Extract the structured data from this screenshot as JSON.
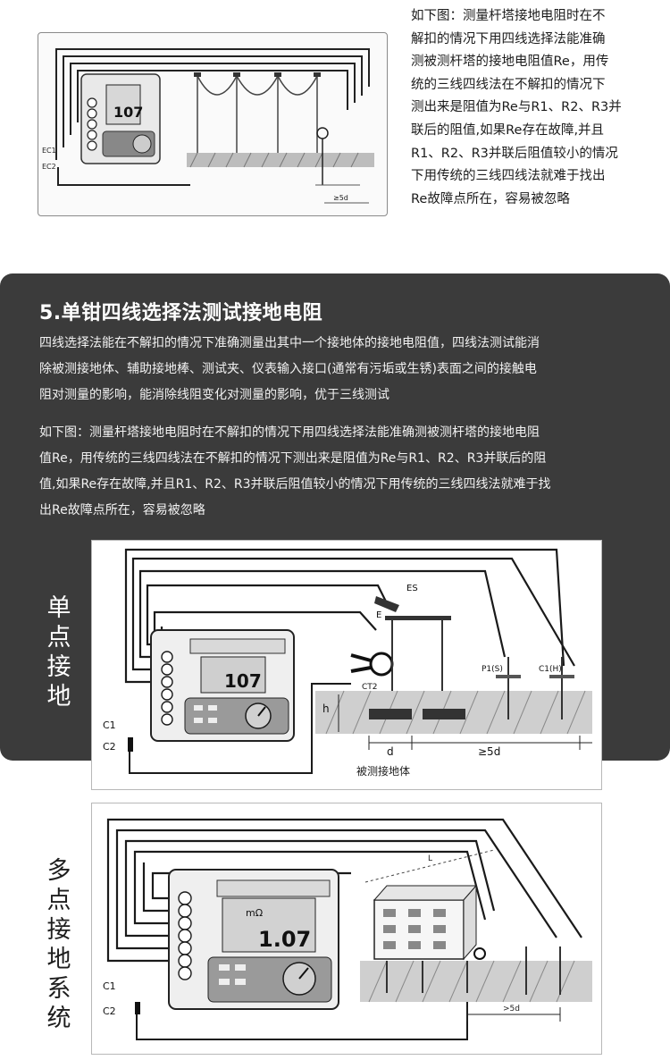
{
  "top": {
    "paragraph_lines": [
      "如下图：测量杆塔接地电阻时在不",
      "解扣的情况下用四线选择法能准确",
      "测被测杆塔的接地电阻值Re，用传",
      "统的三线四线法在不解扣的情况下",
      "测出来是阻值为Re与R1、R2、R3并",
      "联后的阻值,如果Re存在故障,并且",
      "R1、R2、R3并联后阻值较小的情况",
      "下用传统的三线四线法就难于找出",
      "Re故障点所在，容易被忽略"
    ],
    "figure": {
      "display": "107",
      "left_labels": [
        "EC1",
        "EC2"
      ],
      "dim_label": "≥5d"
    }
  },
  "section": {
    "title": "5.单钳四线选择法测试接地电阻",
    "para1_lines": [
      "四线选择法能在不解扣的情况下准确测量出其中一个接地体的接地电阻值，四线法测试能消",
      "除被测接地体、辅助接地棒、测试夹、仪表输入接口(通常有污垢或生锈)表面之间的接触电",
      "阻对测量的影响，能消除线阻变化对测量的影响，优于三线测试"
    ],
    "para2_lines": [
      "如下图：测量杆塔接地电阻时在不解扣的情况下用四线选择法能准确测被测杆塔的接地电阻",
      "值Re，用传统的三线四线法在不解扣的情况下测出来是阻值为Re与R1、R2、R3并联后的阻",
      "值,如果Re存在故障,并且R1、R2、R3并联后阻值较小的情况下用传统的三线四线法就难于找",
      "出Re故障点所在，容易被忽略"
    ]
  },
  "fig1": {
    "label_chars": [
      "单",
      "点",
      "接",
      "地"
    ],
    "display": "107",
    "labels": {
      "es": "ES",
      "e": "E",
      "ct": "CT2",
      "p": "P1(S)",
      "c": "C1(H)",
      "h": "h",
      "d": "d",
      "dist": "≥5d",
      "c1": "C1",
      "c2": "C2",
      "caption": "被测接地体"
    }
  },
  "fig2": {
    "label_chars": [
      "多",
      "点",
      "接",
      "地",
      "系",
      "统"
    ],
    "display": "1.07",
    "unit": "mΩ",
    "labels": {
      "c1": "C1",
      "c2": "C2",
      "dist": ">5d",
      "l": "L"
    }
  }
}
